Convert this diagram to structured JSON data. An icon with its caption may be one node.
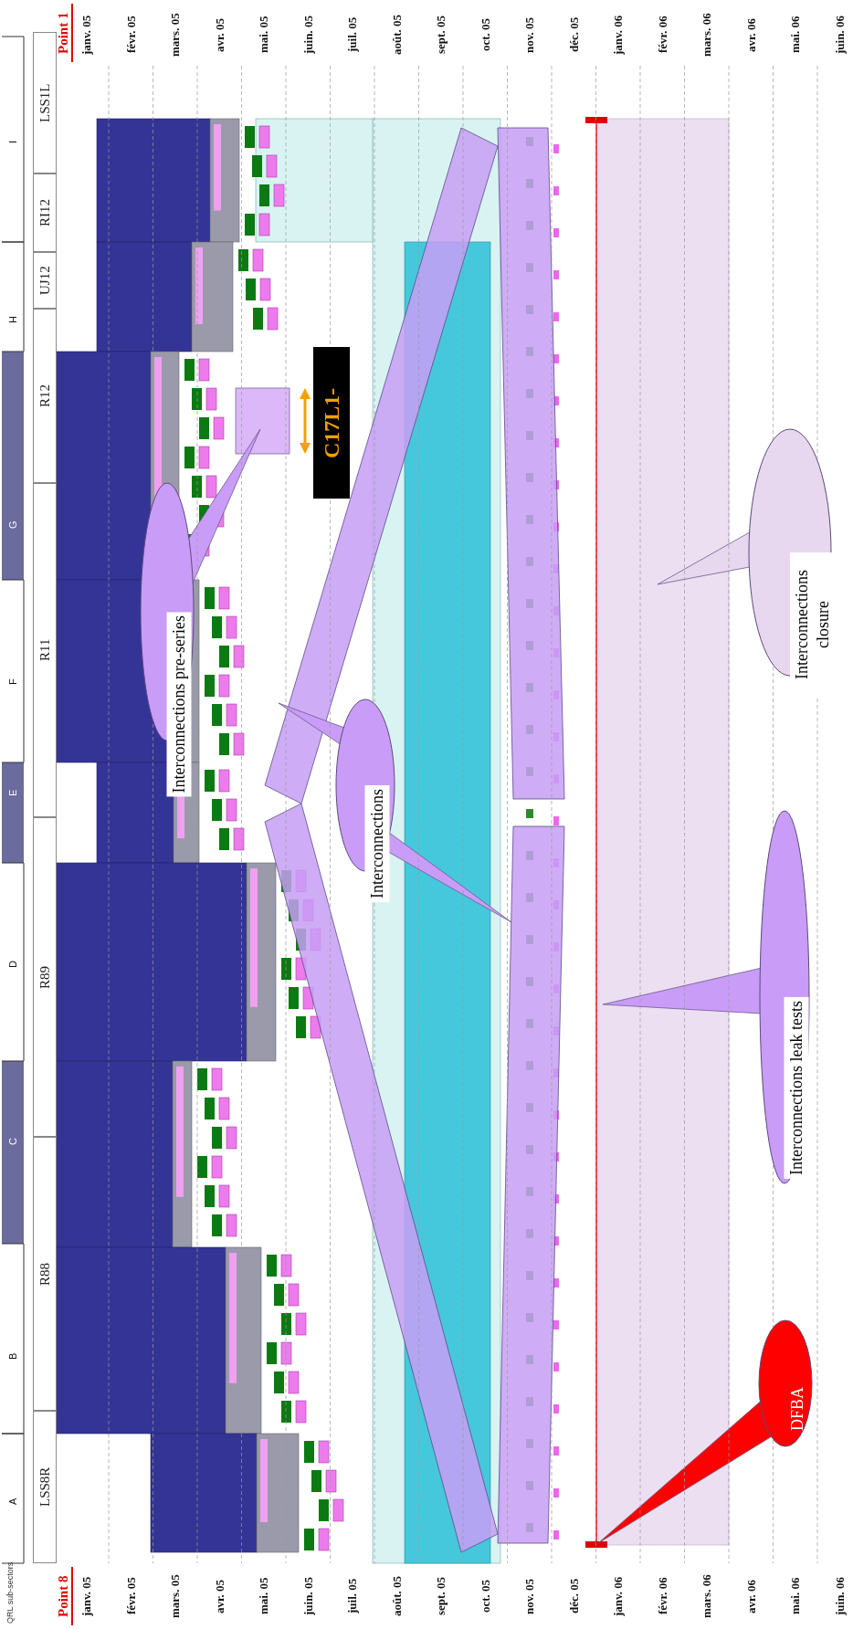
{
  "diagram": {
    "nodes": [
      {
        "text": [
          "Interconnections pre-series"
        ]
      },
      {
        "text": [
          "Interconnections"
        ]
      },
      {
        "text": [
          "Interconnections closure"
        ]
      },
      {
        "text": [
          "Interconnections leak tests"
        ]
      },
      {
        "text": [
          "DFBA"
        ]
      }
    ],
    "labels": [
      "QRL sub-sectors",
      "A",
      "B",
      "C",
      "D",
      "E",
      "F",
      "G",
      "H",
      "I",
      "LSS8R",
      "R88",
      "R89",
      "R11",
      "R12",
      "UJ12",
      "RI12",
      "LSS1L",
      "Point 8",
      "janv. 05",
      "févr. 05",
      "mars. 05",
      "avr. 05",
      "mai. 05",
      "juin. 05",
      "juil. 05",
      "août. 05",
      "sept. 05",
      "oct. 05",
      "nov. 05",
      "déc. 05",
      "janv. 06",
      "févr. 06",
      "mars. 06",
      "avr. 06",
      "mai. 06",
      "juin. 06",
      "Point 1",
      "janv. 05",
      "févr. 05",
      "mars. 05",
      "avr. 05",
      "mai. 05",
      "juin. 05",
      "juil. 05",
      "août. 05",
      "sept. 05",
      "oct. 05",
      "nov. 05",
      "déc. 05",
      "janv. 06",
      "févr. 06",
      "mars. 06",
      "avr. 06",
      "mai. 06",
      "juin. 06",
      "C17L1-"
    ]
  }
}
